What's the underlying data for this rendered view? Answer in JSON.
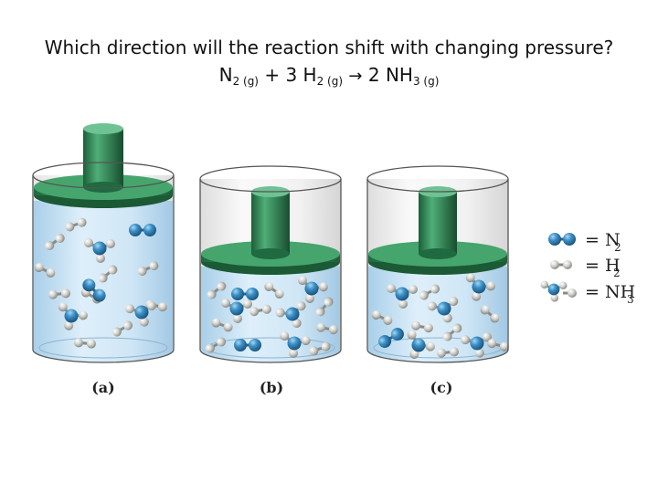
{
  "question": {
    "line1": "Which direction will the reaction shift with changing pressure?",
    "equation": {
      "r1": "N",
      "r1_sub": "2 (g)",
      "plus": "+ 3 H",
      "r2_sub": "2 (g)",
      "arrow": "→",
      "p1": "2 NH",
      "p1_sub": "3 (g)"
    }
  },
  "panels": [
    {
      "label": "(a)"
    },
    {
      "label": "(b)"
    },
    {
      "label": "(c)"
    }
  ],
  "legend": [
    {
      "eq": "= N",
      "sub": "2"
    },
    {
      "eq": "= H",
      "sub": "2"
    },
    {
      "eq": "= NH",
      "sub": "3"
    }
  ],
  "colors": {
    "nitrogen": "#3a8fc6",
    "hydrogen": "#d4d4d0",
    "piston": "#2f8a56",
    "gas": "#cfe6f6"
  }
}
